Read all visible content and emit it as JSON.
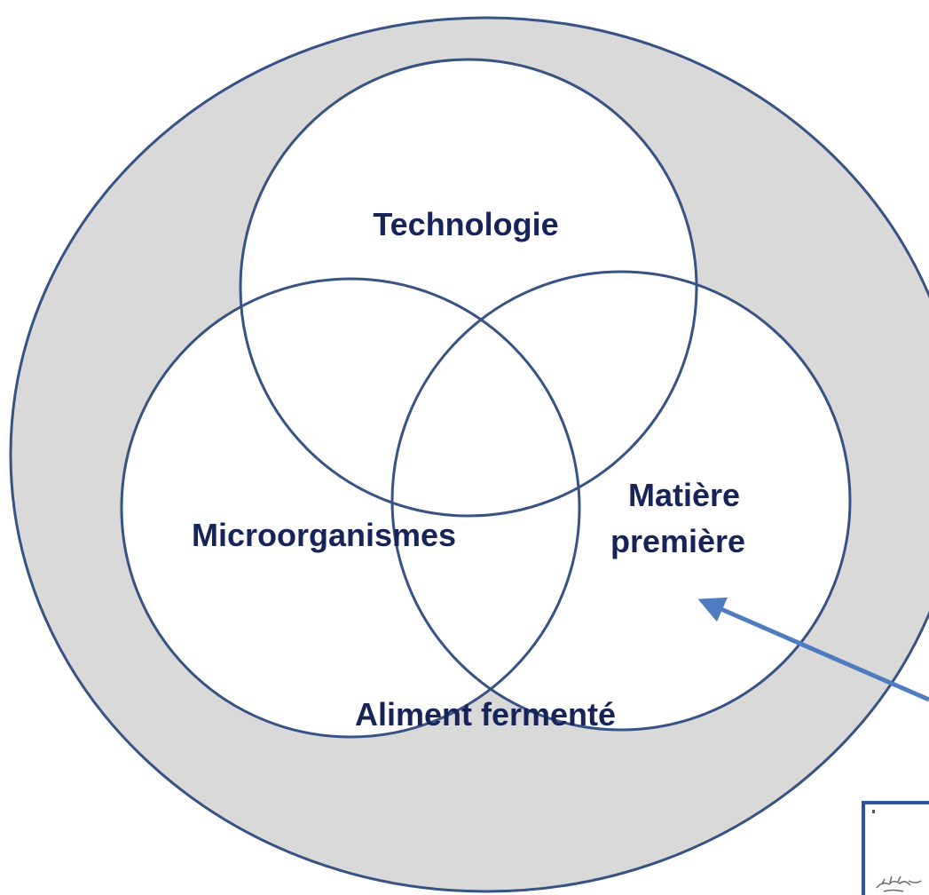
{
  "diagram": {
    "outer_label": "Aliment fermenté",
    "circles": [
      {
        "id": "technologie",
        "lines": [
          "Technologie"
        ]
      },
      {
        "id": "microorganismes",
        "lines": [
          "Microorganismes"
        ]
      },
      {
        "id": "matiere-premiere",
        "lines": [
          "Matière",
          "première"
        ]
      }
    ],
    "colors": {
      "outer_fill": "#d9d9d9",
      "inner_fill": "#ffffff",
      "stroke": "#365383",
      "label": "#17245a",
      "arrow": "#4f7cc0",
      "inset_border": "#2f52a3"
    }
  }
}
